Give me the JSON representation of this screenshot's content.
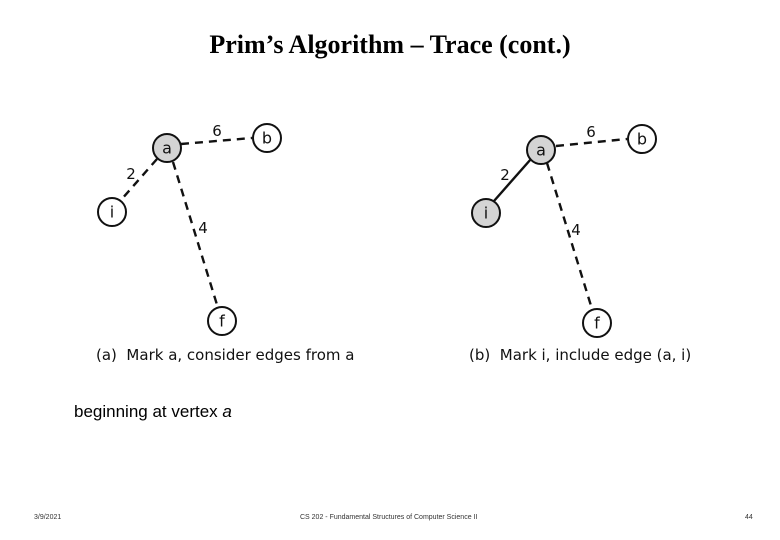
{
  "slide": {
    "title": "Prim’s Algorithm – Trace (cont.)",
    "body_text": "beginning at vertex ",
    "body_vertex": "a"
  },
  "diagrams": [
    {
      "id": "a",
      "caption": "(a)  Mark a, consider edges from a",
      "nodes": [
        {
          "id": "a",
          "label": "a",
          "marked": true
        },
        {
          "id": "b",
          "label": "b",
          "marked": false
        },
        {
          "id": "i",
          "label": "i",
          "marked": false
        },
        {
          "id": "f",
          "label": "f",
          "marked": false
        }
      ],
      "edges": [
        {
          "from": "a",
          "to": "b",
          "weight": "6",
          "included": false
        },
        {
          "from": "a",
          "to": "i",
          "weight": "2",
          "included": false
        },
        {
          "from": "a",
          "to": "f",
          "weight": "4",
          "included": false
        }
      ]
    },
    {
      "id": "b",
      "caption": "(b)  Mark i, include edge (a, i)",
      "nodes": [
        {
          "id": "a",
          "label": "a",
          "marked": true
        },
        {
          "id": "b",
          "label": "b",
          "marked": false
        },
        {
          "id": "i",
          "label": "i",
          "marked": true
        },
        {
          "id": "f",
          "label": "f",
          "marked": false
        }
      ],
      "edges": [
        {
          "from": "a",
          "to": "b",
          "weight": "6",
          "included": false
        },
        {
          "from": "a",
          "to": "i",
          "weight": "2",
          "included": true
        },
        {
          "from": "a",
          "to": "f",
          "weight": "4",
          "included": false
        }
      ]
    }
  ],
  "colors": {
    "marked_fill": "#d4d4d4",
    "unmarked_fill": "#ffffff"
  },
  "footer": {
    "date": "3/9/2021",
    "course": "CS 202 - Fundamental Structures of Computer Science II",
    "page": "44"
  }
}
